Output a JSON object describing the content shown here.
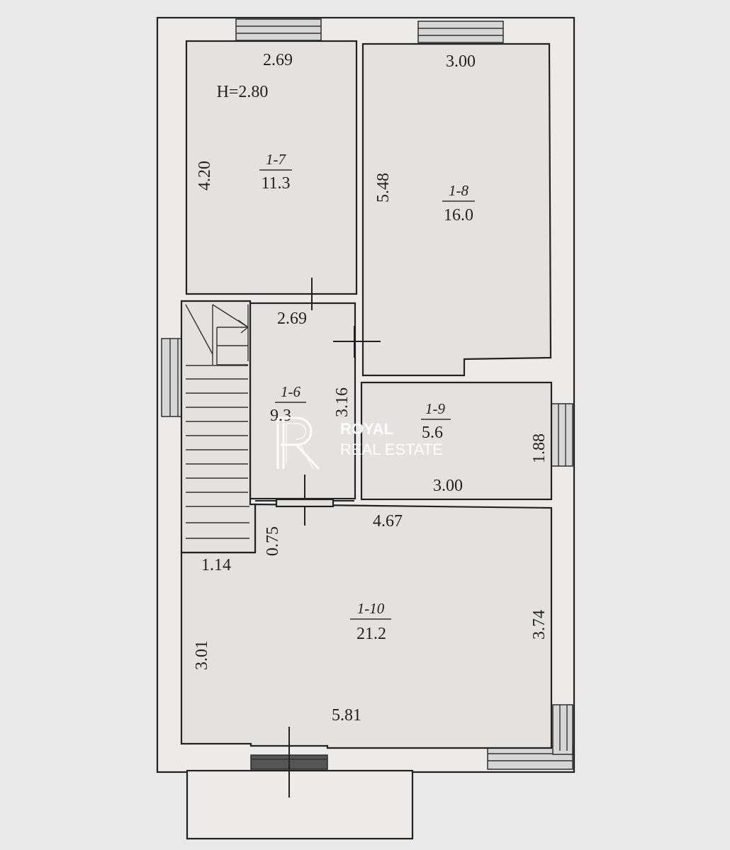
{
  "plan": {
    "height_label": "H=2.80",
    "rooms": [
      {
        "id": "1-7",
        "area": "11.3"
      },
      {
        "id": "1-8",
        "area": "16.0"
      },
      {
        "id": "1-6",
        "area": "9.3"
      },
      {
        "id": "1-9",
        "area": "5.6"
      },
      {
        "id": "1-10",
        "area": "21.2"
      }
    ],
    "dimensions": {
      "r7_width": "2.69",
      "r7_height": "4.20",
      "r8_width": "3.00",
      "r8_height": "5.48",
      "r6_width": "2.69",
      "r6_height": "3.16",
      "r9_width": "3.00",
      "r9_height": "1.88",
      "r10_top": "4.67",
      "r10_bottom": "5.81",
      "r10_left": "3.01",
      "r10_right": "3.74",
      "stair_width": "1.14",
      "stair_offset": "0.75"
    }
  },
  "watermark": {
    "letter": "R",
    "line1": "ROYAL",
    "line2": "REAL ESTATE"
  }
}
